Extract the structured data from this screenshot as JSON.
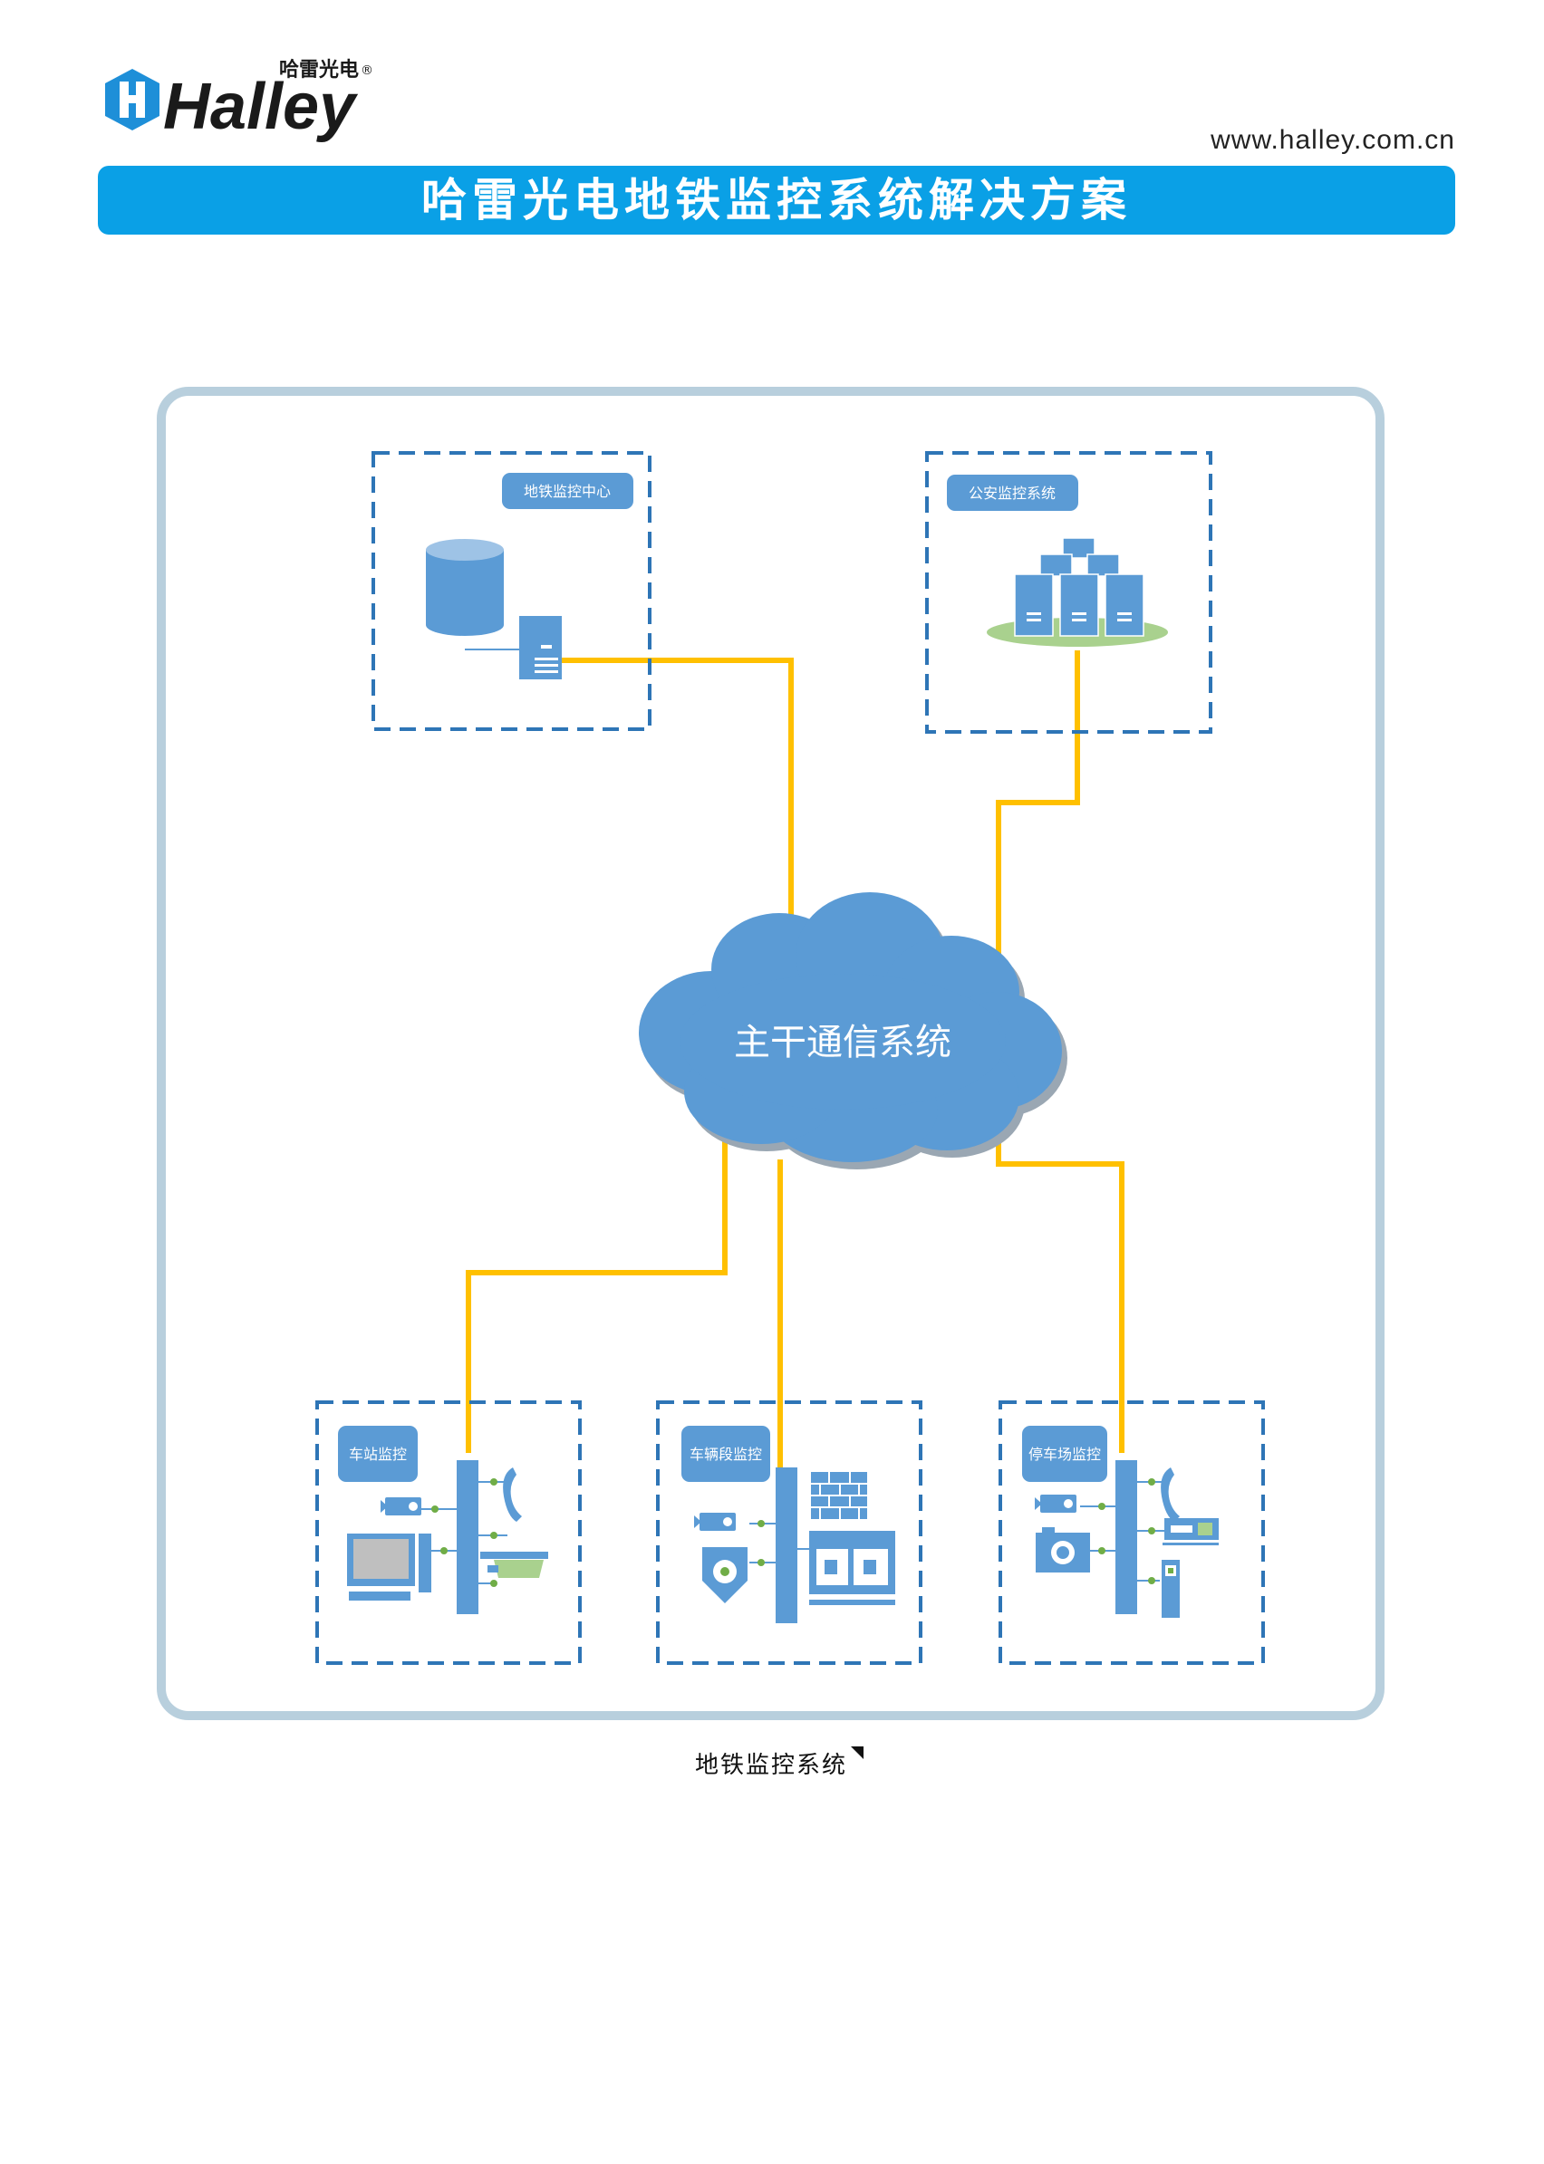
{
  "header": {
    "brand": "Halley",
    "brand_cn": "哈雷光电",
    "brand_mark": "®",
    "url": "www.halley.com.cn",
    "title": "哈雷光电地铁监控系统解决方案"
  },
  "diagram": {
    "nodes": {
      "metro_center": "地铁监控中心",
      "police_system": "公安监控系统",
      "backbone": "主干通信系统",
      "station": "车站监控",
      "depot": "车辆段监控",
      "parking": "停车场监控"
    },
    "caption": "地铁监控系统"
  },
  "colors": {
    "banner": "#0aa0e6",
    "node_blue": "#5b9bd5",
    "dashed_border": "#2e75b6",
    "link_yellow": "#ffc000",
    "frame": "#b8cfdd",
    "logo_blue": "#1e8fd8"
  }
}
